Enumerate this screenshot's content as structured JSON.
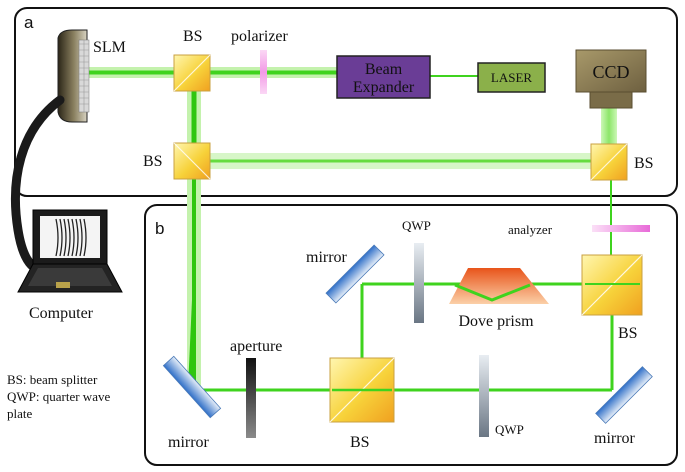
{
  "panels": {
    "a": "a",
    "b": "b"
  },
  "labels": {
    "slm": "SLM",
    "bs_top": "BS",
    "polarizer": "polarizer",
    "beam_expander_line1": "Beam",
    "beam_expander_line2": "Expander",
    "laser": "LASER",
    "ccd": "CCD",
    "bs_left": "BS",
    "bs_right": "BS",
    "computer": "Computer",
    "analyzer": "analyzer",
    "qwp_top": "QWP",
    "mirror_top": "mirror",
    "dove_prism": "Dove prism",
    "bs_lower_right": "BS",
    "aperture": "aperture",
    "mirror_left": "mirror",
    "bs_center": "BS",
    "qwp_bottom": "QWP",
    "mirror_right": "mirror"
  },
  "legend": {
    "line1": "BS: beam splitter",
    "line2": "QWP: quarter wave",
    "line3": "plate"
  },
  "colors": {
    "beam": "#33d11a",
    "beam_glow": "#a8ef8a",
    "beam_expander": "#6a3d96",
    "laser": "#8bb04a",
    "ccd": "#8a7a52",
    "bs_fill": "#f5cf2c"
  }
}
